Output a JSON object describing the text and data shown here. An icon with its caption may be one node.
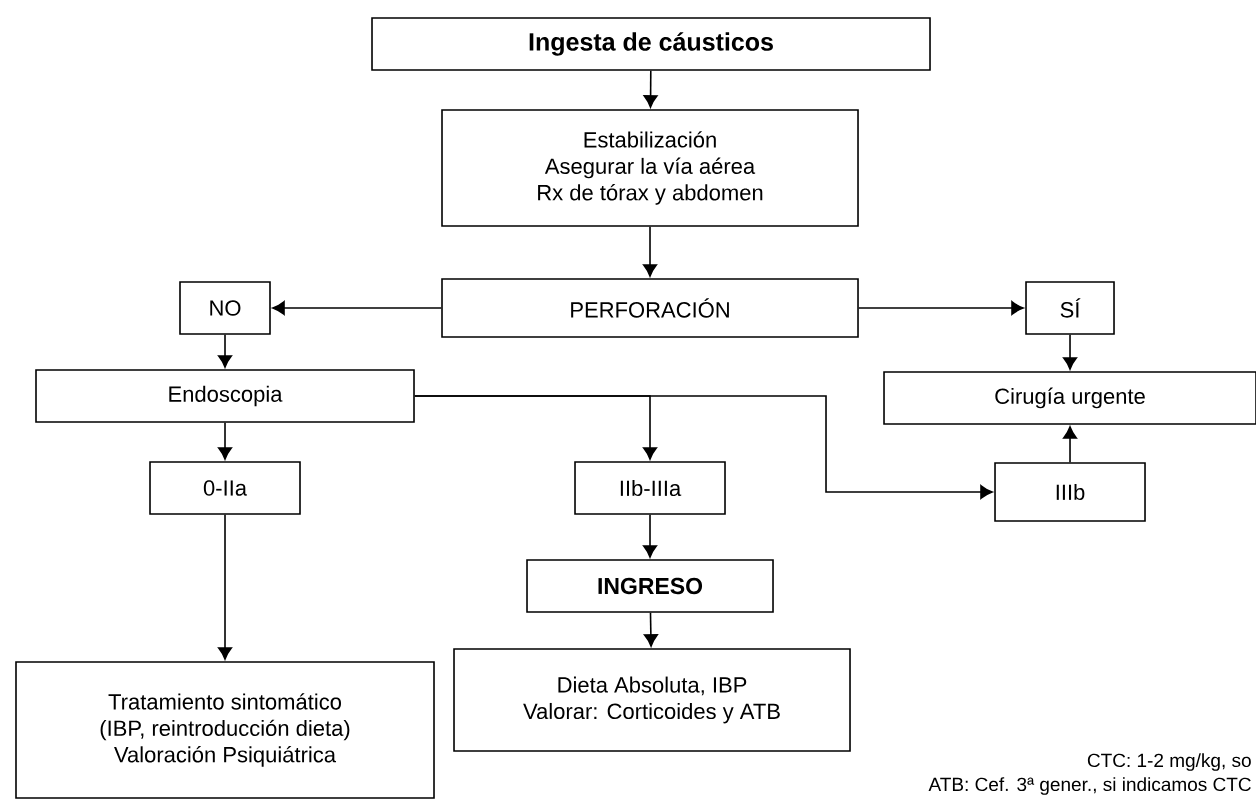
{
  "diagram": {
    "nodes": [
      {
        "text": [
          "Ingesta de cáusticos"
        ]
      },
      {
        "text": [
          "Estabilización",
          "Asegurar la vía aérea",
          "Rx de tórax y abdomen"
        ]
      },
      {
        "text": [
          "PERFORACIÓN"
        ]
      },
      {
        "text": [
          "NO"
        ]
      },
      {
        "text": [
          "SÍ"
        ]
      },
      {
        "text": [
          "Endoscopia"
        ]
      },
      {
        "text": [
          "Cirugía urgente"
        ]
      },
      {
        "text": [
          "0-IIa"
        ]
      },
      {
        "text": [
          "IIb-IIIa"
        ]
      },
      {
        "text": [
          "IIIb"
        ]
      },
      {
        "text": [
          "INGRESO"
        ]
      },
      {
        "text": [
          "Dieta Absoluta, IBP",
          "Valorar: Corticoides y ATB"
        ]
      },
      {
        "text": [
          "Tratamiento sintomático",
          "(IBP, reintroducción dieta)",
          "Valoración Psiquiátrica"
        ]
      }
    ],
    "edges": [
      {
        "from": 0,
        "to": 1,
        "arrow": "to"
      },
      {
        "from": 1,
        "to": 2,
        "arrow": "to"
      },
      {
        "from": 2,
        "to": 3,
        "arrow": "to"
      },
      {
        "from": 2,
        "to": 4,
        "arrow": "to"
      },
      {
        "from": 3,
        "to": 5,
        "arrow": "to"
      },
      {
        "from": 4,
        "to": 6,
        "arrow": "to"
      },
      {
        "from": 5,
        "to": 7,
        "arrow": "to"
      },
      {
        "from": 5,
        "to": 8,
        "arrow": "to"
      },
      {
        "from": 5,
        "to": 9,
        "arrow": "to"
      },
      {
        "from": 9,
        "to": 6,
        "arrow": "to"
      },
      {
        "from": 7,
        "to": 12,
        "arrow": "to"
      },
      {
        "from": 8,
        "to": 10,
        "arrow": "to"
      },
      {
        "from": 10,
        "to": 11,
        "arrow": "to"
      }
    ],
    "labels": [
      "CTC: 1-2 mg/kg, so",
      "ATB: Cef. 3ª gener., si indicamos CTC"
    ]
  }
}
